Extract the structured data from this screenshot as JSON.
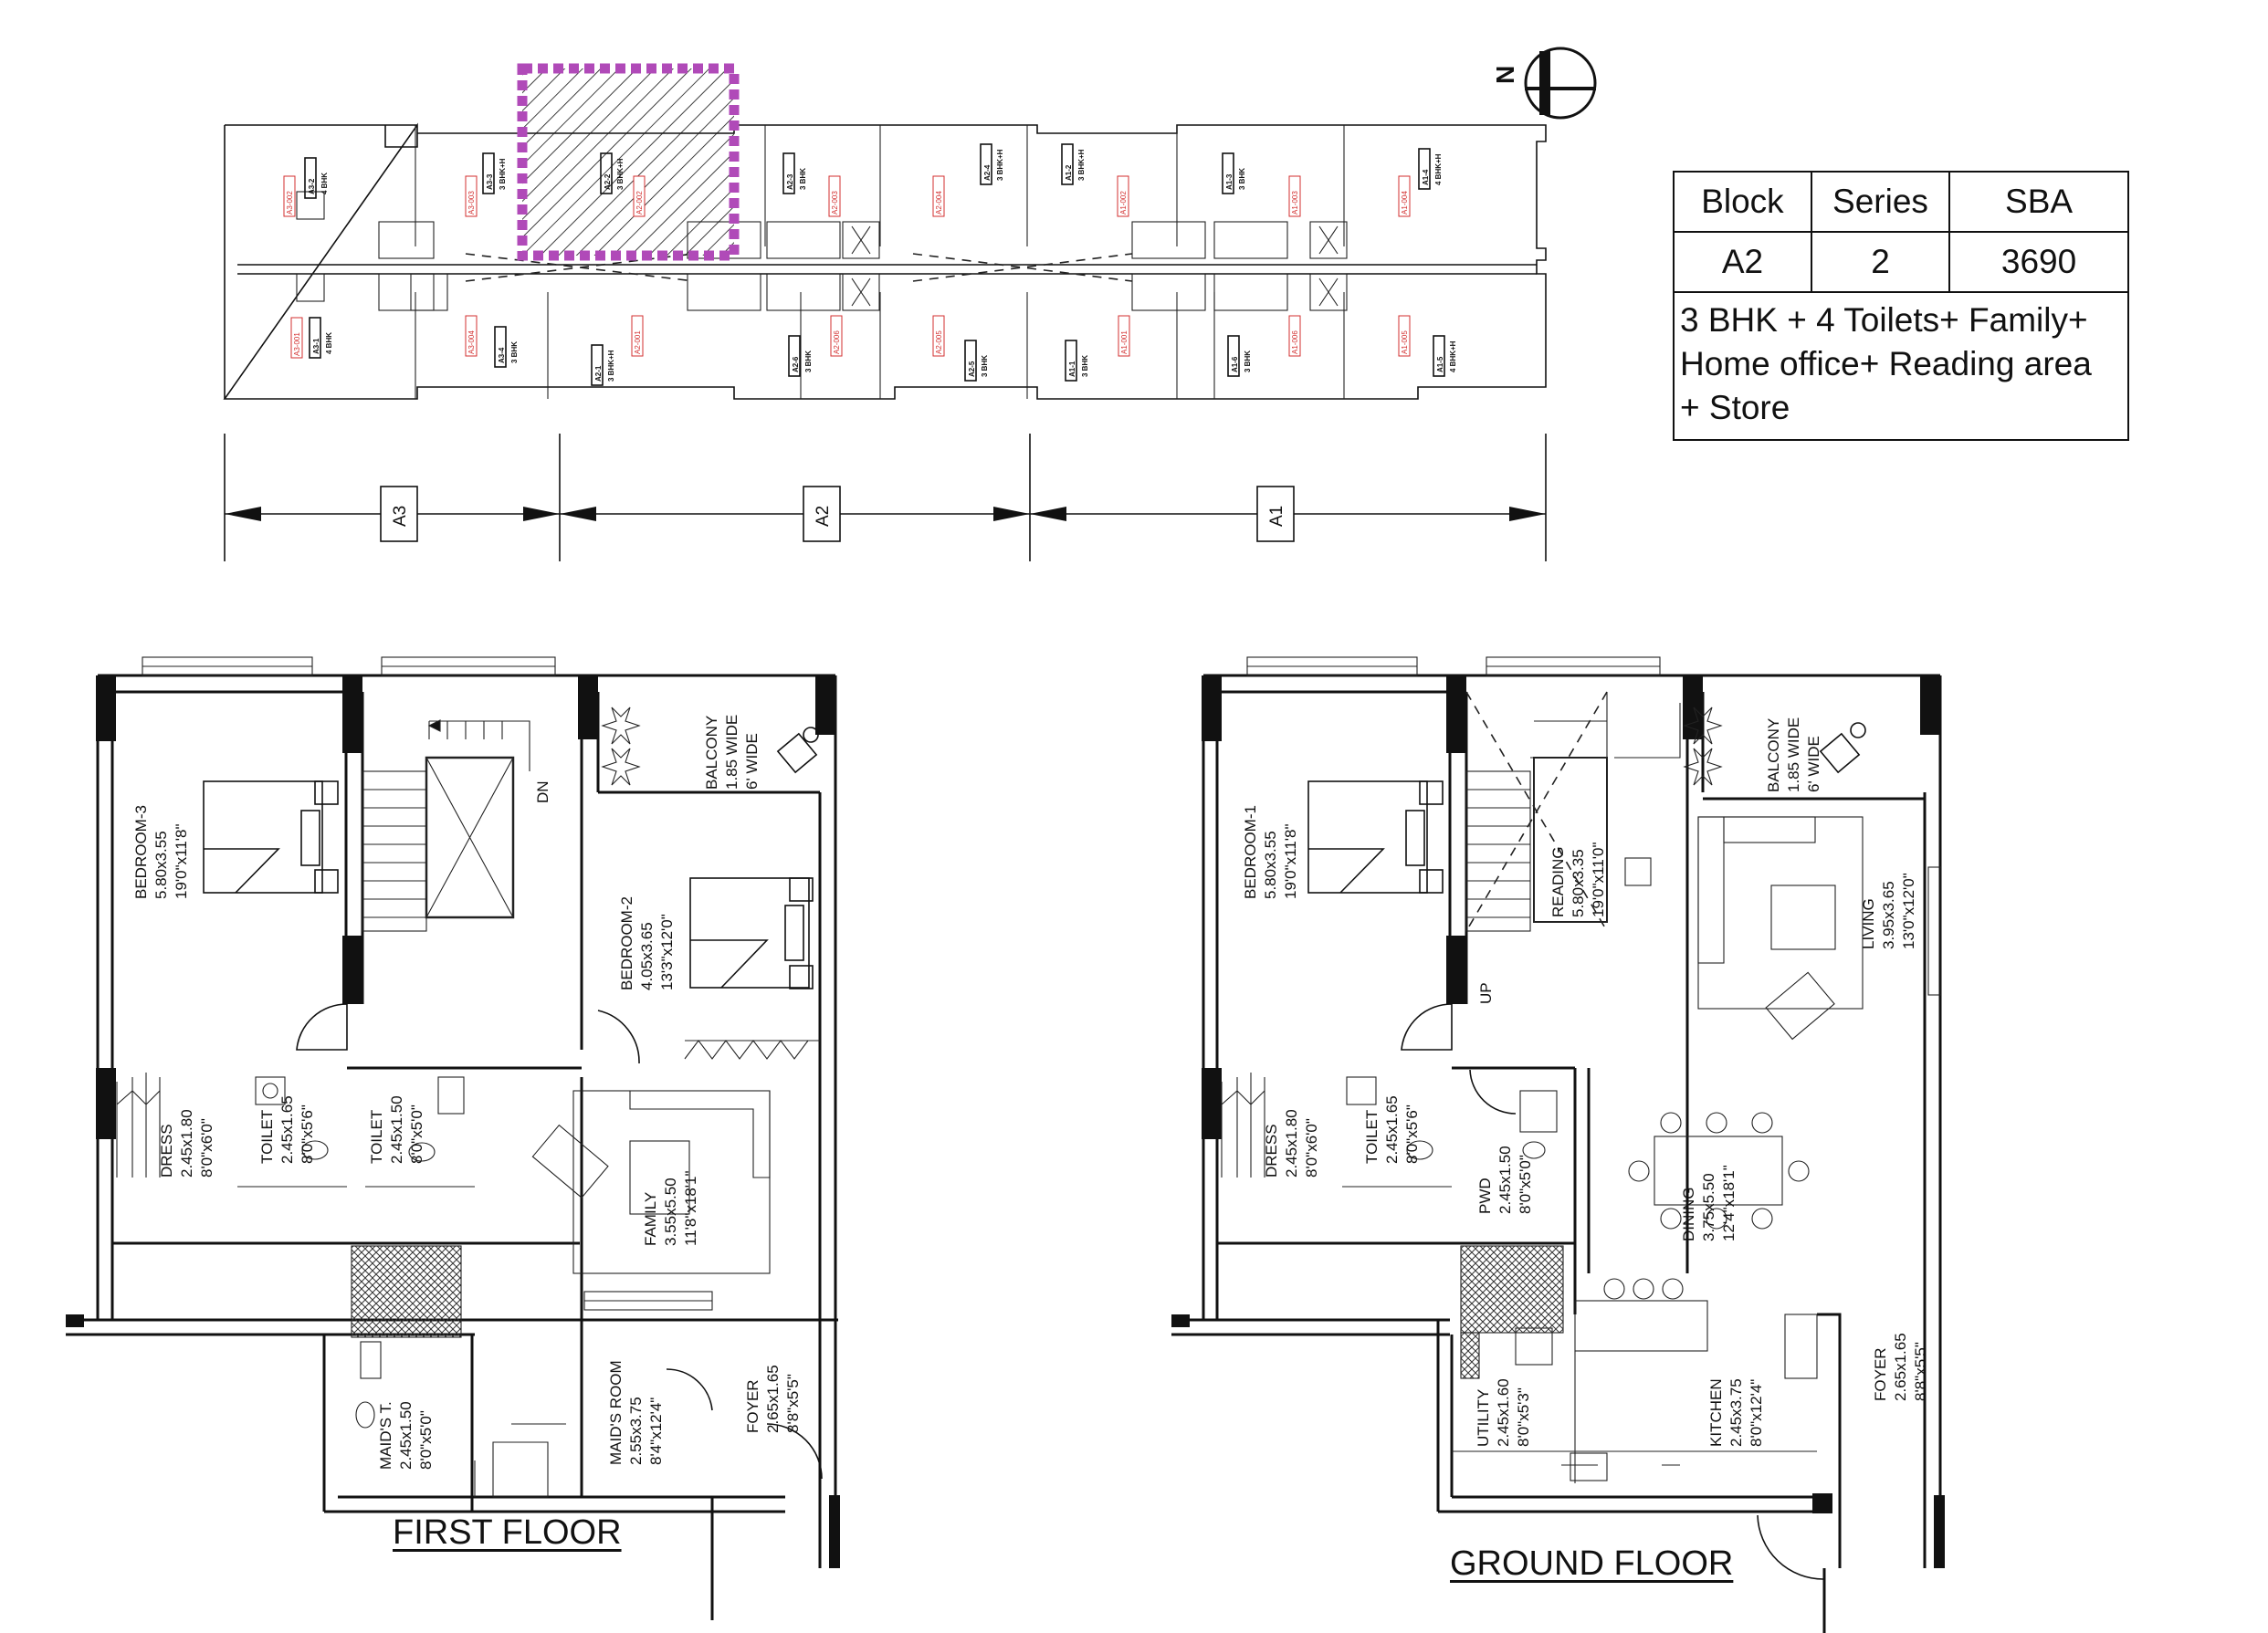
{
  "compass": {
    "label": "N"
  },
  "info_table": {
    "headers": [
      "Block",
      "Series",
      "SBA"
    ],
    "values": [
      "A2",
      "2",
      "3690"
    ],
    "description_lines": [
      "3 BHK + 4 Toilets+ Family+",
      "Home office+ Reading area",
      "+ Store"
    ]
  },
  "key_plan": {
    "blocks": [
      "A3",
      "A2",
      "A1"
    ],
    "units": [
      {
        "name": "A3-2",
        "type": "4 BHK",
        "code": "A3-002"
      },
      {
        "name": "A3-3",
        "type": "3 BHK+H",
        "code": "A3-003"
      },
      {
        "name": "A2-2",
        "type": "3 BHK+H",
        "code": "A2-002"
      },
      {
        "name": "A2-3",
        "type": "3 BHK",
        "code": "A2-003"
      },
      {
        "name": "A2-4",
        "type": "3 BHK+H",
        "code": "A2-004"
      },
      {
        "name": "A1-2",
        "type": "3 BHK+H",
        "code": "A1-002"
      },
      {
        "name": "A1-3",
        "type": "3 BHK",
        "code": "A1-003"
      },
      {
        "name": "A1-4",
        "type": "4 BHK+H",
        "code": "A1-004"
      },
      {
        "name": "A3-1",
        "type": "4 BHK",
        "code": "A3-001"
      },
      {
        "name": "A3-4",
        "type": "3 BHK",
        "code": "A3-004"
      },
      {
        "name": "A2-1",
        "type": "3 BHK+H",
        "code": "A2-001"
      },
      {
        "name": "A2-6",
        "type": "3 BHK",
        "code": "A2-006"
      },
      {
        "name": "A2-5",
        "type": "3 BHK",
        "code": "A2-005"
      },
      {
        "name": "A1-1",
        "type": "3 BHK",
        "code": "A1-001"
      },
      {
        "name": "A1-6",
        "type": "3 BHK",
        "code": "A1-006"
      },
      {
        "name": "A1-5",
        "type": "4 BHK+H",
        "code": "A1-005"
      }
    ]
  },
  "first_floor": {
    "title": "FIRST FLOOR",
    "rooms": [
      {
        "name": "BEDROOM-3",
        "metric": "5.80x3.55",
        "imperial": "19'0\"x11'8\""
      },
      {
        "name": "BEDROOM-2",
        "metric": "4.05x3.65",
        "imperial": "13'3\"x12'0\""
      },
      {
        "name": "BALCONY",
        "metric": "1.85 WIDE",
        "imperial": "6' WIDE"
      },
      {
        "name": "DRESS",
        "metric": "2.45x1.80",
        "imperial": "8'0\"x6'0\""
      },
      {
        "name": "TOILET",
        "metric": "2.45x1.65",
        "imperial": "8'0\"x5'6\""
      },
      {
        "name": "TOILET",
        "metric": "2.45x1.50",
        "imperial": "8'0\"x5'0\""
      },
      {
        "name": "FAMILY",
        "metric": "3.55x5.50",
        "imperial": "11'8\"x18'1\""
      },
      {
        "name": "MAID'S ROOM",
        "metric": "2.55x3.75",
        "imperial": "8'4\"x12'4\""
      },
      {
        "name": "FOYER",
        "metric": "2.65x1.65",
        "imperial": "8'8\"x5'5\""
      },
      {
        "name": "MAID'S T.",
        "metric": "2.45x1.50",
        "imperial": "8'0\"x5'0\""
      }
    ],
    "stair_label": "DN"
  },
  "ground_floor": {
    "title": "GROUND FLOOR",
    "rooms": [
      {
        "name": "BEDROOM-1",
        "metric": "5.80x3.55",
        "imperial": "19'0\"x11'8\""
      },
      {
        "name": "READING",
        "metric": "5.80x3.35",
        "imperial": "19'0\"x11'0\""
      },
      {
        "name": "BALCONY",
        "metric": "1.85 WIDE",
        "imperial": "6' WIDE"
      },
      {
        "name": "LIVING",
        "metric": "3.95x3.65",
        "imperial": "13'0\"x12'0\""
      },
      {
        "name": "DRESS",
        "metric": "2.45x1.80",
        "imperial": "8'0\"x6'0\""
      },
      {
        "name": "TOILET",
        "metric": "2.45x1.65",
        "imperial": "8'0\"x5'6\""
      },
      {
        "name": "PWD",
        "metric": "2.45x1.50",
        "imperial": "8'0\"x5'0\""
      },
      {
        "name": "DINING",
        "metric": "3.75x5.50",
        "imperial": "12'4\"x18'1\""
      },
      {
        "name": "UTILITY",
        "metric": "2.45x1.60",
        "imperial": "8'0\"x5'3\""
      },
      {
        "name": "KITCHEN",
        "metric": "2.45x3.75",
        "imperial": "8'0\"x12'4\""
      },
      {
        "name": "FOYER",
        "metric": "2.65x1.65",
        "imperial": "8'8\"x5'5\""
      }
    ],
    "stair_label": "UP"
  },
  "colors": {
    "highlight": "#b04ab8",
    "unit_code": "#d32f2f",
    "line": "#111111"
  }
}
